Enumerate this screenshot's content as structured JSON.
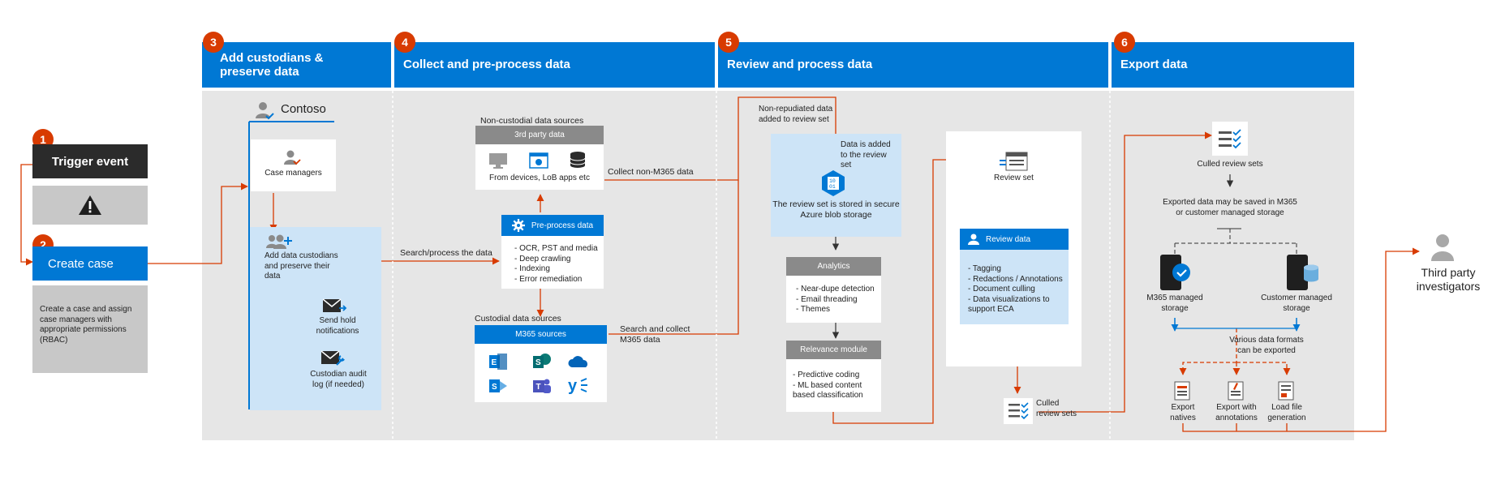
{
  "colors": {
    "accent": "#0078d4",
    "badge": "#d83b01",
    "panel": "#e6e6e6",
    "gray_header": "#8a8a8a",
    "dark": "#2b2b2b",
    "light_blue": "#cde4f7",
    "connector": "#d83b01"
  },
  "left": {
    "badge1": "1",
    "trigger": "Trigger event",
    "badge2": "2",
    "create_case": "Create case",
    "create_desc": "Create a case and assign case managers with appropriate permissions (RBAC)"
  },
  "sections": {
    "s3": {
      "badge": "3",
      "title": "Add custodians & preserve data"
    },
    "s4": {
      "badge": "4",
      "title": "Collect and pre-process data"
    },
    "s5": {
      "badge": "5",
      "title": "Review and process data"
    },
    "s6": {
      "badge": "6",
      "title": "Export data"
    }
  },
  "custodians": {
    "org": "Contoso",
    "case_managers": "Case managers",
    "add_custodians": "Add data custodians and preserve their data",
    "hold": "Send hold notifications",
    "audit": "Custodian audit log (if needed)"
  },
  "collect": {
    "noncustodial_title": "Non-custodial data sources",
    "third_party": "3rd party data",
    "from_devices": "From devices, LoB apps etc",
    "collect_non": "Collect non-M365 data",
    "search_process": "Search/process the data",
    "preprocess_title": "Pre-process data",
    "preprocess_items": [
      "- OCR, PST and media",
      "- Deep crawling",
      "- Indexing",
      "- Error remediation"
    ],
    "custodial_title": "Custodial data sources",
    "m365_sources": "M365 sources",
    "search_collect": "Search and collect M365 data",
    "app_icons": [
      "exchange-icon",
      "sharepoint-icon",
      "onedrive-icon",
      "skype-icon",
      "teams-icon",
      "yammer-icon"
    ]
  },
  "review": {
    "nonrepudiated": "Non-repudiated data added to review set",
    "added_note": "Data is added to the review set",
    "stored": "The review set is stored in secure Azure blob storage",
    "analytics_title": "Analytics",
    "analytics_items": [
      "- Near-dupe detection",
      "- Email threading",
      "- Themes"
    ],
    "relevance_title": "Relevance module",
    "relevance_items": [
      "- Predictive coding",
      "- ML based content",
      "based classification"
    ],
    "review_set": "Review set",
    "review_data_title": "Review data",
    "review_items": [
      "- Tagging",
      "- Redactions / Annotations",
      "- Document culling",
      "- Data visualizations to",
      "support ECA"
    ],
    "culled": "Culled review sets"
  },
  "export": {
    "culled_title": "Culled review sets",
    "saved_note": "Exported data may be saved in M365 or customer managed storage",
    "m365_storage": "M365 managed storage",
    "customer_storage": "Customer managed storage",
    "formats_note": "Various data formats can be exported",
    "natives": "Export natives",
    "annotations": "Export with annotations",
    "loadfile": "Load file generation",
    "third_party": "Third party investigators"
  }
}
